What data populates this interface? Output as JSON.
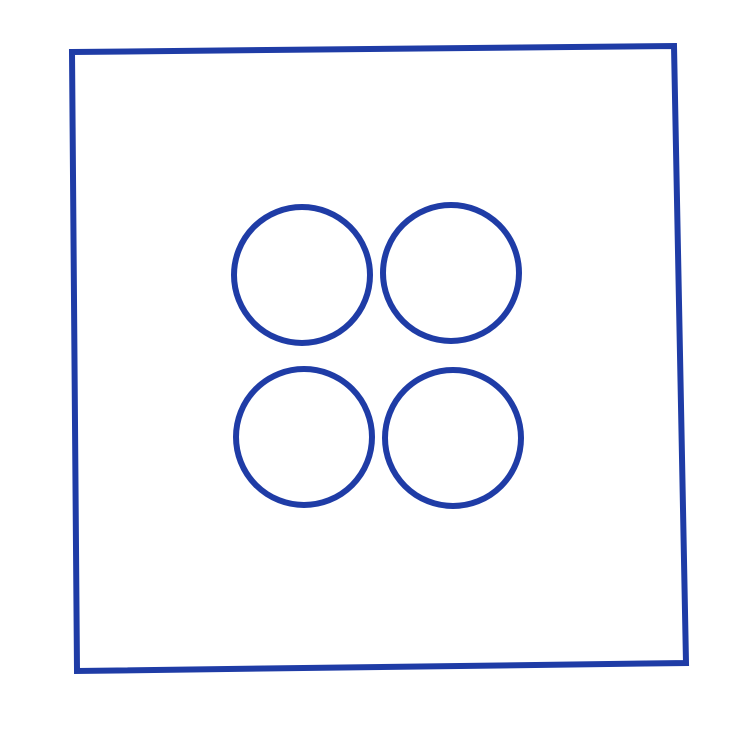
{
  "diagram": {
    "stroke_color": "#1f3ca6",
    "background": "#ffffff",
    "shapes": {
      "outer": "square",
      "inner": "circle",
      "inner_count": 4,
      "inner_arrangement": "2x2 grid"
    }
  }
}
